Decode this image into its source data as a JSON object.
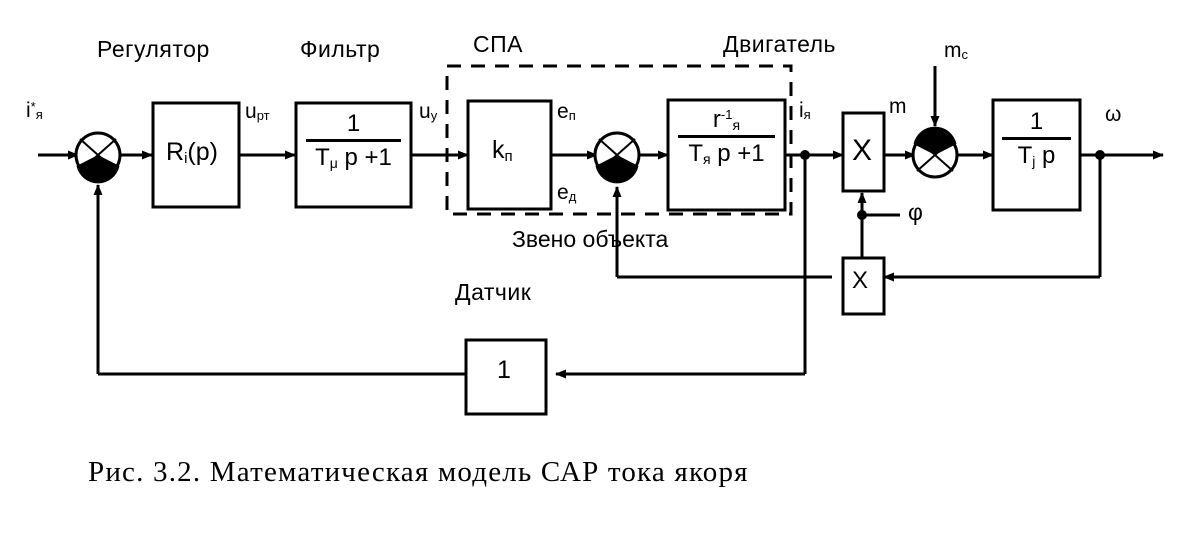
{
  "figure": {
    "caption": "Рис. 3.2.  Математическая модель САР тока якоря",
    "line_color": "#000000",
    "background_color": "#ffffff"
  },
  "section_titles": {
    "regulator": "Регулятор",
    "filter": "Фильтр",
    "spa": "СПА",
    "motor": "Двигатель",
    "sensor": "Датчик",
    "object_link": "Звено объекта"
  },
  "blocks": {
    "regulator": {
      "label": "R",
      "sub": "i",
      "suffix": "(p)"
    },
    "filter": {
      "numerator": "1",
      "den_a": "T",
      "den_sub": "μ",
      "den_b": " p +1"
    },
    "spa_gain": {
      "label": "k",
      "sub": "п"
    },
    "motor": {
      "num_a": "r",
      "num_sup": "-1",
      "num_sub": "я",
      "den_a": "T",
      "den_sub": "я",
      "den_b": " p +1"
    },
    "multiplier_top": {
      "label": "X"
    },
    "multiplier_bottom": {
      "label": "X"
    },
    "integrator": {
      "numerator": "1",
      "den_a": "T",
      "den_sub": "j",
      "den_b": " p"
    },
    "sensor": {
      "label": "1"
    }
  },
  "signals": {
    "reference": {
      "base": "i",
      "sup": "*",
      "sub": "я"
    },
    "regulator_out": {
      "base": "u",
      "sub": "рт"
    },
    "filter_out": {
      "base": "u",
      "sub": "у"
    },
    "converter_emf": {
      "base": "e",
      "sub": "п"
    },
    "motor_emf": {
      "base": "e",
      "sub": "д"
    },
    "armature_current": {
      "base": "i",
      "sub": "я"
    },
    "torque": {
      "base": "m",
      "sub": ""
    },
    "load_torque": {
      "base": "m",
      "sub": "с"
    },
    "flux": {
      "base": "φ",
      "sub": ""
    },
    "speed": {
      "base": "ω",
      "sub": ""
    }
  },
  "summing_junctions": [
    {
      "name": "error-junction",
      "filled": "bottom"
    },
    {
      "name": "emf-junction",
      "filled": "bottom"
    },
    {
      "name": "torque-junction",
      "filled": "top"
    }
  ]
}
